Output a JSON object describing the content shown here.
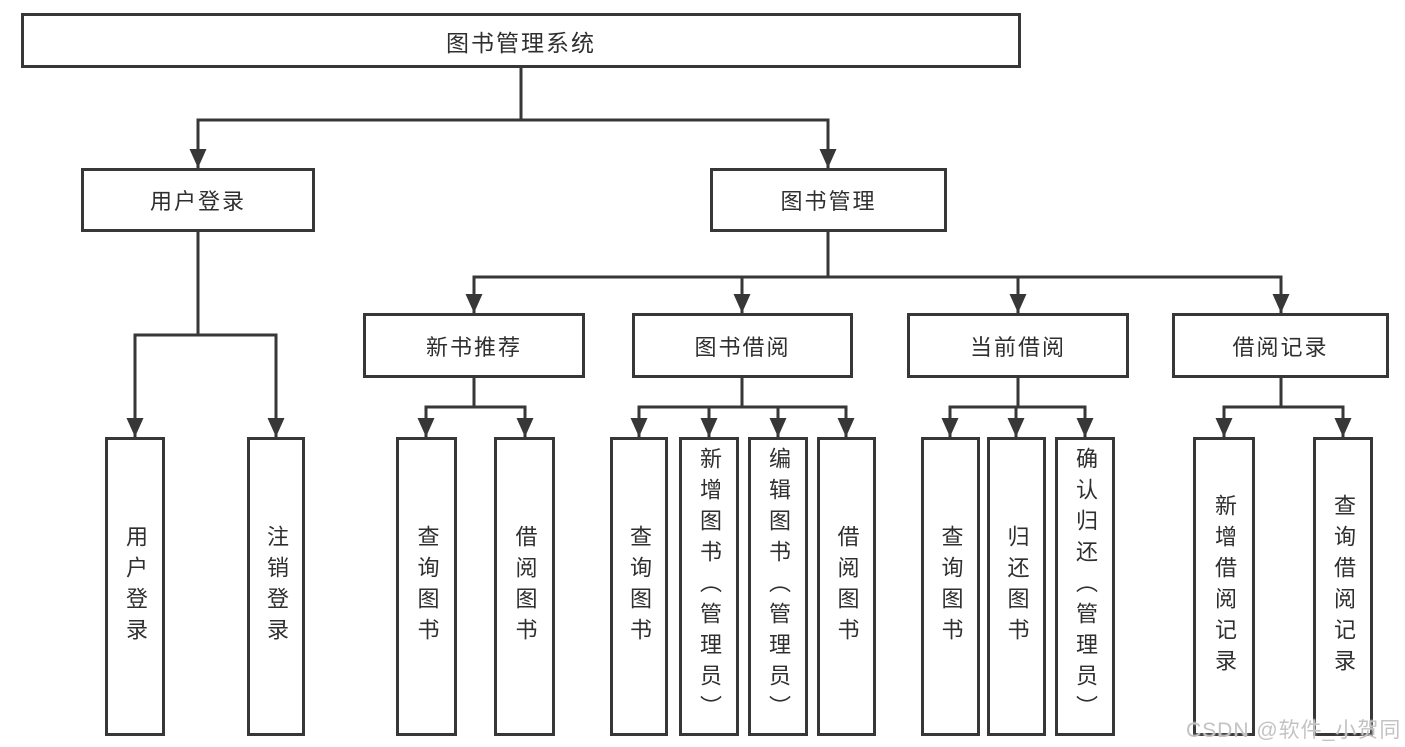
{
  "background": "#ffffff",
  "colors": {
    "line": "#373737",
    "box_border": "#373737",
    "box_fill": "#ffffff",
    "text": "#2f2f2f",
    "watermark": "#c3c3c3"
  },
  "watermark": {
    "text": "CSDN @软件_小贺同学"
  },
  "nodes": {
    "root": "图书管理系统",
    "user_login": "用户登录",
    "book_management": "图书管理",
    "new_book_recommend": "新书推荐",
    "book_borrowing": "图书借阅",
    "current_borrowing": "当前借阅",
    "borrowing_records": "借阅记录",
    "user_login_leaf": "用户登录",
    "logout_leaf": "注销登录",
    "recommend_query_books": "查询图书",
    "recommend_borrow_books": "借阅图书",
    "borrowing_query_books": "查询图书",
    "borrowing_add_books_admin": "新增图书（管理员）",
    "borrowing_edit_books_admin": "编辑图书（管理员）",
    "borrowing_borrow_books": "借阅图书",
    "current_query_books": "查询图书",
    "current_return_books": "归还图书",
    "current_confirm_return_admin": "确认归还（管理员）",
    "records_add_borrow_record": "新增借阅记录",
    "records_query_borrow_record": "查询借阅记录"
  },
  "hierarchy": {
    "图书管理系统": [
      "用户登录",
      "图书管理"
    ],
    "用户登录": [
      "用户登录",
      "注销登录"
    ],
    "图书管理": [
      "新书推荐",
      "图书借阅",
      "当前借阅",
      "借阅记录"
    ],
    "新书推荐": [
      "查询图书",
      "借阅图书"
    ],
    "图书借阅": [
      "查询图书",
      "新增图书（管理员）",
      "编辑图书（管理员）",
      "借阅图书"
    ],
    "当前借阅": [
      "查询图书",
      "归还图书",
      "确认归还（管理员）"
    ],
    "借阅记录": [
      "新增借阅记录",
      "查询借阅记录"
    ]
  }
}
